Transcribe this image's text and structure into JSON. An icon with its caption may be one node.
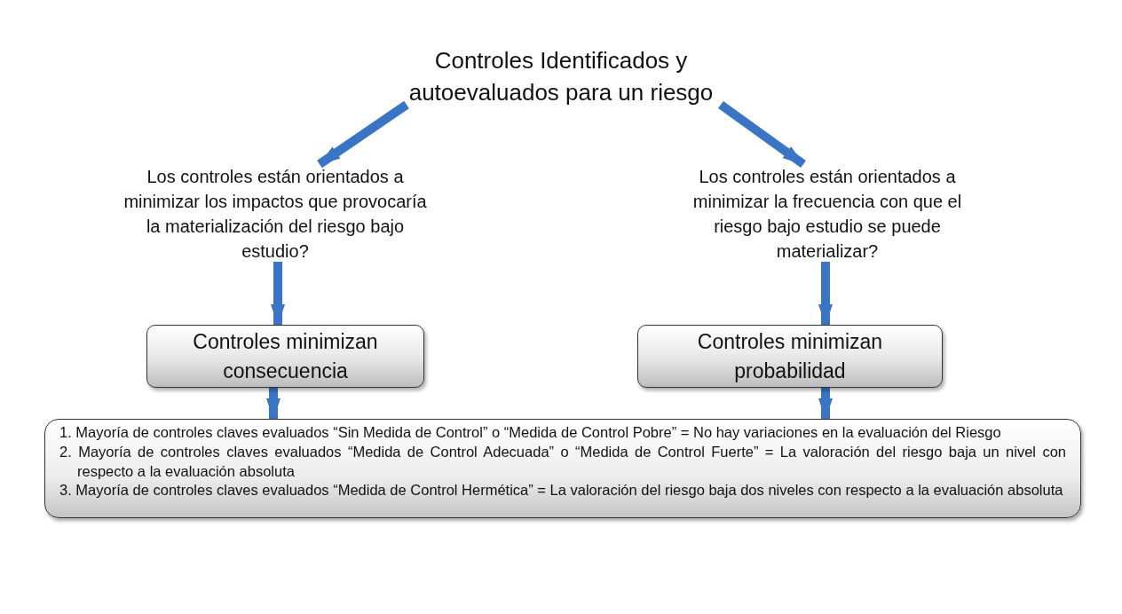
{
  "diagram": {
    "nodes": [
      {
        "text": [
          "Controles Identificados y autoevaluados para un riesgo"
        ]
      },
      {
        "text": [
          "Los controles están orientados a minimizar los impactos que provocaría la materialización del riesgo bajo estudio?"
        ]
      },
      {
        "text": [
          "Los controles están orientados a minimizar la frecuencia con que el riesgo bajo estudio se puede materializar?"
        ]
      },
      {
        "text": [
          "Controles minimizan consecuencia"
        ]
      },
      {
        "text": [
          "Controles minimizan probabilidad"
        ]
      },
      {
        "text": [
          "1. Mayoría de controles claves evaluados “Sin Medida de Control” o “Medida de Control Pobre” = No hay variaciones en la evaluación del Riesgo",
          "2. Mayoría de controles claves evaluados “Medida de Control Adecuada” o “Medida de Control Fuerte” = La valoración del riesgo baja un nivel con respecto a la evaluación absoluta",
          "3. Mayoría de controles claves evaluados “Medida de Control Hermética” = La valoración del riesgo baja dos niveles con respecto a la evaluación absoluta"
        ]
      }
    ],
    "edges": [
      {
        "from": 0,
        "to": 1,
        "arrow": "to"
      },
      {
        "from": 0,
        "to": 2,
        "arrow": "to"
      },
      {
        "from": 1,
        "to": 3,
        "arrow": "to"
      },
      {
        "from": 2,
        "to": 4,
        "arrow": "to"
      },
      {
        "from": 3,
        "to": 5,
        "arrow": "to"
      },
      {
        "from": 4,
        "to": 5,
        "arrow": "to"
      }
    ]
  }
}
